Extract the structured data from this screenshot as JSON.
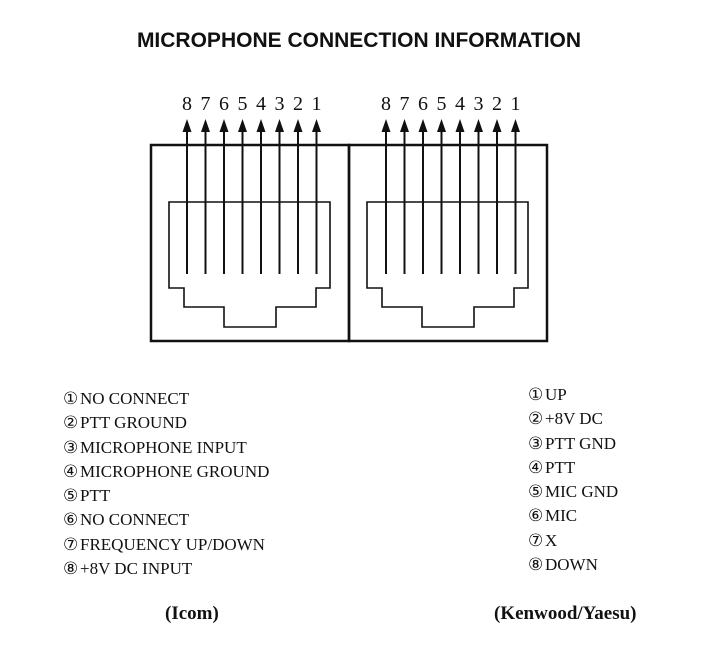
{
  "title": "MICROPHONE CONNECTION INFORMATION",
  "pin_numbers": [
    "8",
    "7",
    "6",
    "5",
    "4",
    "3",
    "2",
    "1"
  ],
  "connectors": [
    {
      "caption": "(Icom)",
      "pins": [
        {
          "mark": "①",
          "label": "NO CONNECT"
        },
        {
          "mark": "②",
          "label": "PTT GROUND"
        },
        {
          "mark": "③",
          "label": "MICROPHONE INPUT"
        },
        {
          "mark": "④",
          "label": "MICROPHONE GROUND"
        },
        {
          "mark": "⑤",
          "label": "PTT"
        },
        {
          "mark": "⑥",
          "label": "NO CONNECT"
        },
        {
          "mark": "⑦",
          "label": "FREQUENCY UP/DOWN"
        },
        {
          "mark": "⑧",
          "label": "+8V DC INPUT"
        }
      ]
    },
    {
      "caption": "(Kenwood/Yaesu)",
      "pins": [
        {
          "mark": "①",
          "label": "UP"
        },
        {
          "mark": "②",
          "label": "+8V DC"
        },
        {
          "mark": "③",
          "label": "PTT GND"
        },
        {
          "mark": "④",
          "label": "PTT"
        },
        {
          "mark": "⑤",
          "label": "MIC GND"
        },
        {
          "mark": "⑥",
          "label": "MIC"
        },
        {
          "mark": "⑦",
          "label": "X"
        },
        {
          "mark": "⑧",
          "label": "DOWN"
        }
      ]
    }
  ]
}
